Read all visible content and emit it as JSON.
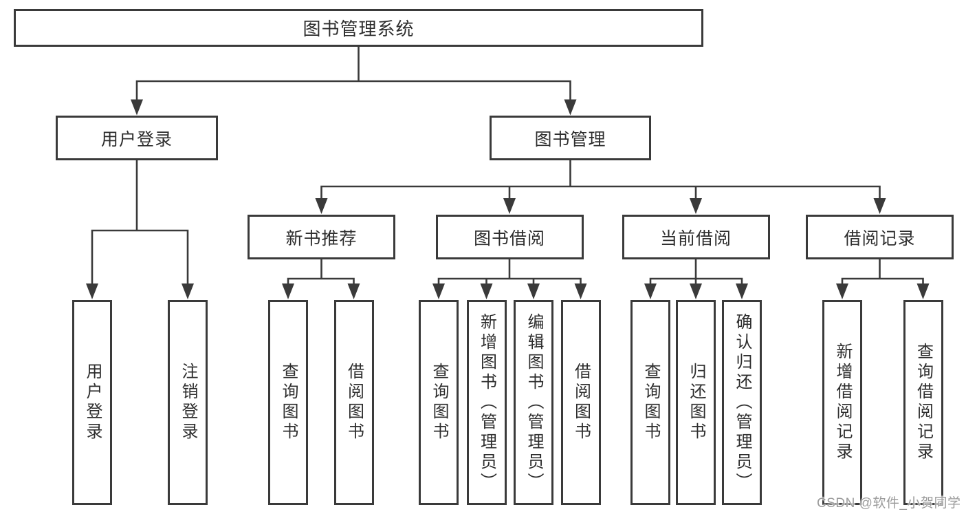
{
  "diagram": {
    "title": "图书管理系统",
    "level2": {
      "user_login": "用户登录",
      "book_mgmt": "图书管理"
    },
    "level3": {
      "new_books": "新书推荐",
      "book_borrow": "图书借阅",
      "current_borrow": "当前借阅",
      "borrow_records": "借阅记录"
    },
    "leaves": {
      "user_login": [
        "用户登录",
        "注销登录"
      ],
      "new_books": [
        "查询图书",
        "借阅图书"
      ],
      "book_borrow": [
        "查询图书",
        "新增图书（管理员）",
        "编辑图书（管理员）",
        "借阅图书"
      ],
      "current_borrow": [
        "查询图书",
        "归还图书",
        "确认归还（管理员）"
      ],
      "borrow_records": [
        "新增借阅记录",
        "查询借阅记录"
      ]
    },
    "colors": {
      "line": "#3a3a3a",
      "text": "#2e2e2e",
      "box_background": "#ffffff",
      "watermark": "#9b9b9b"
    }
  },
  "watermark": {
    "text": "CSDN @软件_小贺同学"
  }
}
